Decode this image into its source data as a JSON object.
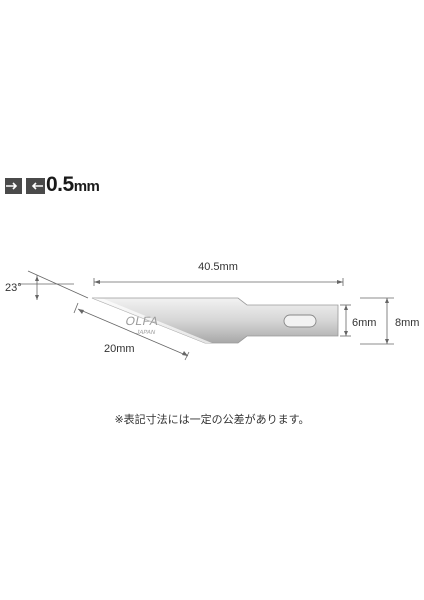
{
  "thickness": {
    "icon": "blade-thickness-arrows-icon",
    "value": "0.5",
    "unit": "mm"
  },
  "dimensions": {
    "length": "40.5mm",
    "edge_length": "20mm",
    "angle": "23°",
    "blade_height": "6mm",
    "overall_height": "8mm"
  },
  "blade": {
    "brand": "OLFA",
    "origin": "JAPAN"
  },
  "note": "※表記寸法には一定の公差があります。",
  "colors": {
    "blade_light": "#e8e8e8",
    "blade_dark": "#b4b4b4",
    "line": "#666666"
  }
}
